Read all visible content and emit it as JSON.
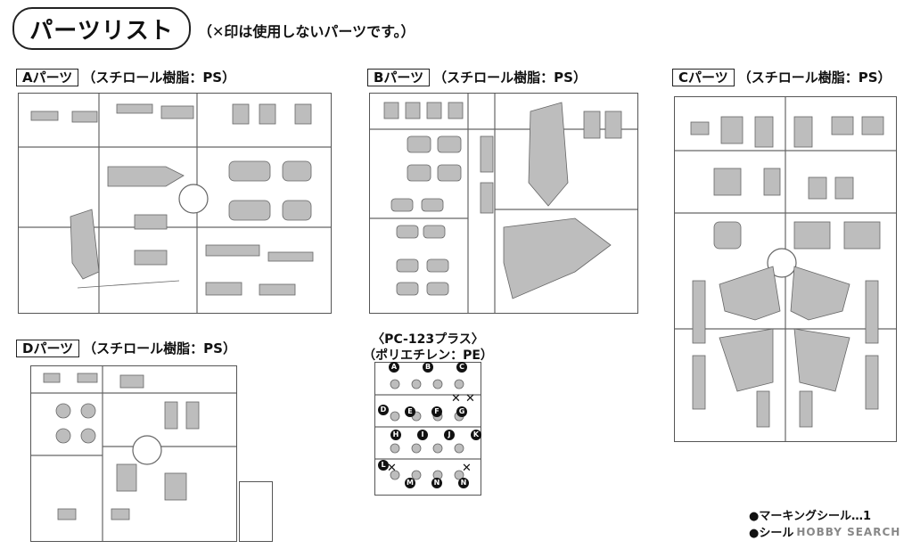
{
  "header": {
    "title": "パーツリスト",
    "subtitle": "（✕印は使用しないパーツです。）"
  },
  "sections": {
    "a": {
      "name": "Aパーツ",
      "material": "（スチロール樹脂：PS）"
    },
    "b": {
      "name": "Bパーツ",
      "material": "（スチロール樹脂：PS）"
    },
    "c": {
      "name": "Cパーツ",
      "material": "（スチロール樹脂：PS）"
    },
    "d": {
      "name": "Dパーツ",
      "material": "（スチロール樹脂：PS）"
    }
  },
  "pc": {
    "line1": "〈PC-123プラス〉",
    "line2": "（ポリエチレン：PE）",
    "letters": [
      "A",
      "B",
      "C",
      "D",
      "E",
      "F",
      "G",
      "H",
      "I",
      "J",
      "K",
      "L",
      "M",
      "N",
      "N"
    ]
  },
  "notes": {
    "marking": "●マーキングシール…1",
    "seal": "●シール"
  },
  "watermark": "HOBBY SEARCH",
  "colors": {
    "line": "#555555",
    "part": "#bdbdbd",
    "badge": "#111111"
  }
}
